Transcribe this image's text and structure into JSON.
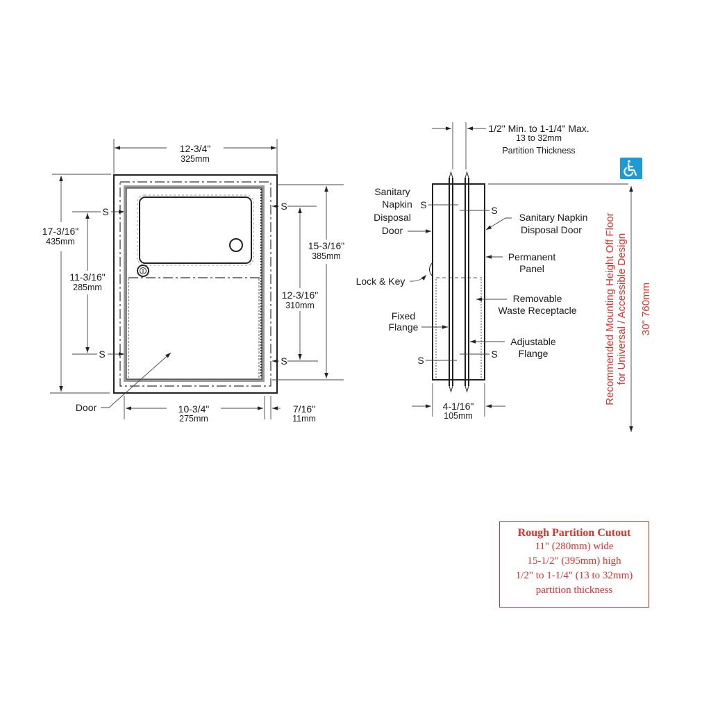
{
  "front_view": {
    "width_overall": {
      "imperial": "12-3/4\"",
      "metric": "325mm"
    },
    "height_overall": {
      "imperial": "17-3/16\"",
      "metric": "435mm"
    },
    "screw_spacing_left": {
      "imperial": "11-3/16\"",
      "metric": "285mm"
    },
    "height_inner": {
      "imperial": "15-3/16\"",
      "metric": "385mm"
    },
    "screw_spacing_right": {
      "imperial": "12-3/16\"",
      "metric": "310mm"
    },
    "width_inner": {
      "imperial": "10-3/4\"",
      "metric": "275mm"
    },
    "flange_offset": {
      "imperial": "7/16\"",
      "metric": "11mm"
    },
    "door_label": "Door",
    "screw_label": "S"
  },
  "side_view": {
    "partition": {
      "line1": "1/2\" Min. to 1-1/4\" Max.",
      "line2": "13 to 32mm",
      "line3": "Partition Thickness"
    },
    "depth": {
      "imperial": "4-1/16\"",
      "metric": "105mm"
    },
    "screw_label": "S",
    "labels": {
      "left_door": [
        "Sanitary",
        "Napkin",
        "Disposal",
        "Door"
      ],
      "right_door": [
        "Sanitary Napkin",
        "Disposal Door"
      ],
      "permanent_panel": [
        "Permanent",
        "Panel"
      ],
      "lock_key": "Lock & Key",
      "removable": [
        "Removable",
        "Waste Receptacle"
      ],
      "fixed_flange": [
        "Fixed",
        "Flange"
      ],
      "adjustable_flange": [
        "Adjustable",
        "Flange"
      ]
    }
  },
  "mounting": {
    "line1": "Recommended Mounting Height Off Floor",
    "line2": "for Universal / Accessible Design",
    "value": "30\"  760mm",
    "accessibility_icon": "wheelchair-icon",
    "color": "#e0302a",
    "icon_bg": "#1e9bd7"
  },
  "cutout": {
    "title": "Rough Partition Cutout",
    "lines": [
      "11\" (280mm) wide",
      "15-1/2\" (395mm) high",
      "1/2\" to 1-1/4\" (13 to 32mm)",
      "partition thickness"
    ],
    "color": "#e0302a"
  }
}
